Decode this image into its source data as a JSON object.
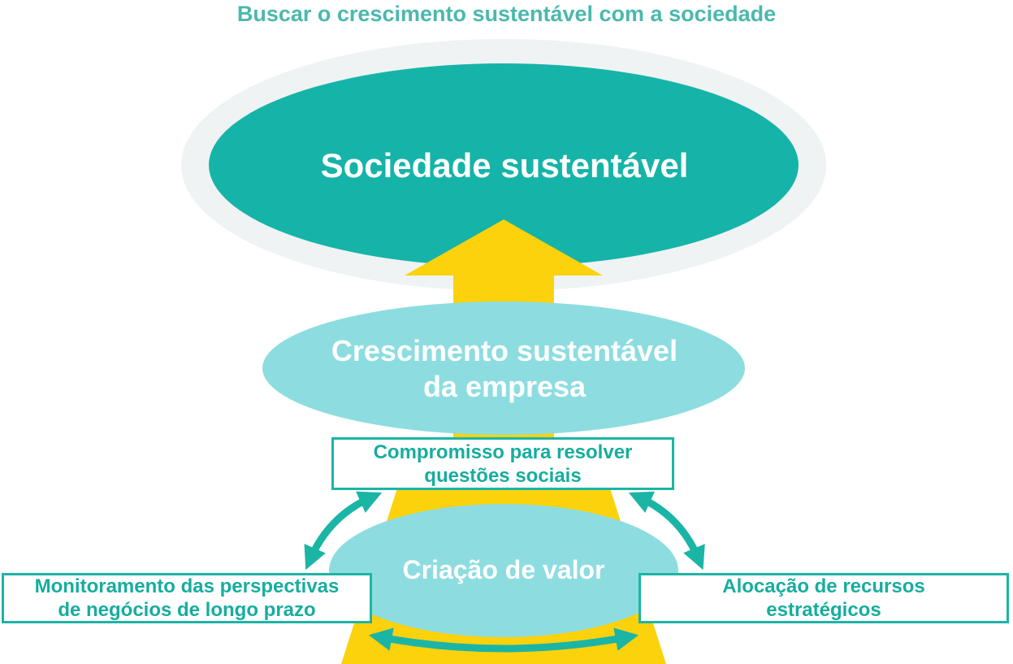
{
  "headline": "Buscar o crescimento sustentável com a sociedade",
  "top_circle": {
    "label": "Sociedade sustentável"
  },
  "middle_circle": {
    "line1": "Crescimento sustentável",
    "line2": "da empresa"
  },
  "bottom_circle": {
    "label": "Criação de valor"
  },
  "boxes": {
    "social": {
      "line1": "Compromisso para resolver",
      "line2": "questões sociais"
    },
    "left": {
      "line1": "Monitoramento das perspectivas",
      "line2": "de negócios de longo prazo"
    },
    "right": {
      "line1": "Alocação de recursos",
      "line2": "estratégicos"
    }
  },
  "colors": {
    "teal_dark": "#16b4a8",
    "teal_light": "#8ddde0",
    "yellow": "#fbd20c",
    "ring_gray": "#eff3f3",
    "text_teal": "#4bb8ad"
  }
}
